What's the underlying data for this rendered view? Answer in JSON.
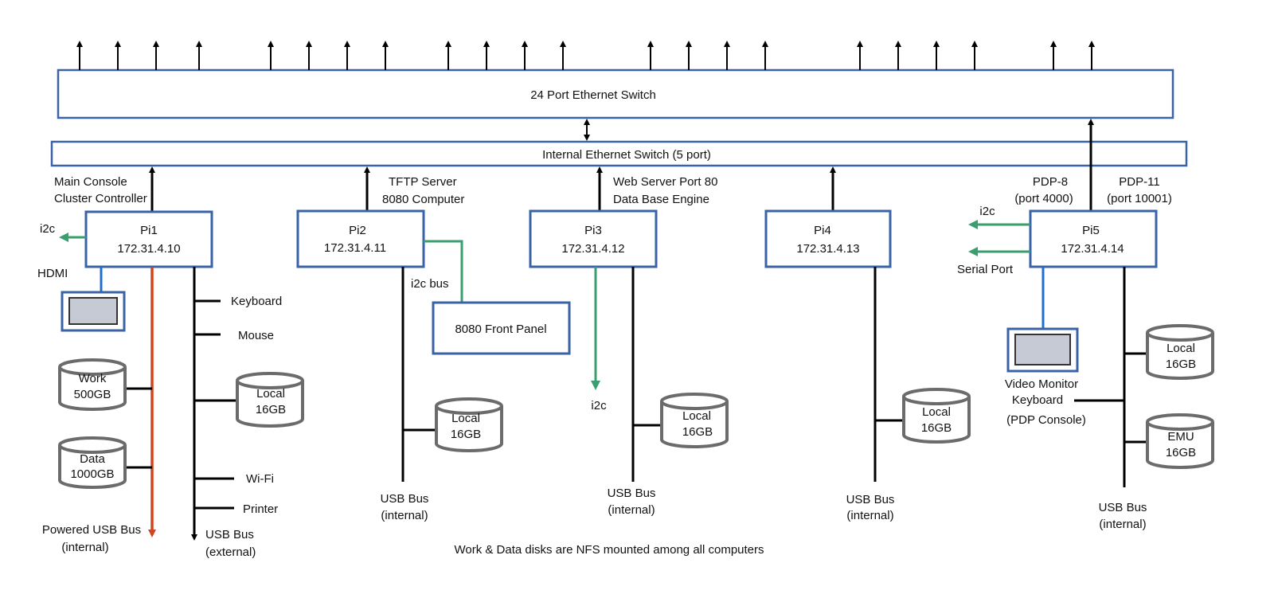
{
  "switch24": {
    "label": "24 Port Ethernet Switch"
  },
  "switch5": {
    "label": "Internal Ethernet Switch (5 port)"
  },
  "pi1": {
    "name": "Pi1",
    "ip": "172.31.4.10",
    "role_line1": "Main Console",
    "role_line2": "Cluster Controller",
    "i2c": "i2c",
    "hdmi": "HDMI",
    "peripherals": [
      "Keyboard",
      "Mouse",
      "Wi-Fi",
      "Printer"
    ],
    "local_disk": [
      "Local",
      "16GB"
    ],
    "work_disk": [
      "Work",
      "500GB"
    ],
    "data_disk": [
      "Data",
      "1000GB"
    ],
    "powered_bus": [
      "Powered USB Bus",
      "(internal)"
    ],
    "usb_bus": [
      "USB Bus",
      "(external)"
    ]
  },
  "pi2": {
    "name": "Pi2",
    "ip": "172.31.4.11",
    "role_line1": "TFTP Server",
    "role_line2": "8080 Computer",
    "i2c_bus": "i2c bus",
    "front_panel": "8080 Front Panel",
    "local_disk": [
      "Local",
      "16GB"
    ],
    "usb_bus": [
      "USB Bus",
      "(internal)"
    ]
  },
  "pi3": {
    "name": "Pi3",
    "ip": "172.31.4.12",
    "role_line1": "Web Server Port 80",
    "role_line2": "Data Base Engine",
    "i2c": "i2c",
    "local_disk": [
      "Local",
      "16GB"
    ],
    "usb_bus": [
      "USB Bus",
      "(internal)"
    ]
  },
  "pi4": {
    "name": "Pi4",
    "ip": "172.31.4.13",
    "local_disk": [
      "Local",
      "16GB"
    ],
    "usb_bus": [
      "USB Bus",
      "(internal)"
    ]
  },
  "pi5": {
    "name": "Pi5",
    "ip": "172.31.4.14",
    "pdp8": [
      "PDP-8",
      "(port 4000)"
    ],
    "pdp11": [
      "PDP-11",
      "(port 10001)"
    ],
    "i2c": "i2c",
    "serial": "Serial Port",
    "console": [
      "Video Monitor",
      "Keyboard",
      "(PDP Console)"
    ],
    "local_disk": [
      "Local",
      "16GB"
    ],
    "emu_disk": [
      "EMU",
      "16GB"
    ],
    "usb_bus": [
      "USB Bus",
      "(internal)"
    ]
  },
  "footnote": "Work & Data disks are NFS mounted among all computers",
  "colors": {
    "box_border": "#3a62a7",
    "green": "#3a9e6e",
    "blue": "#1f6fd1",
    "red": "#d4441c"
  }
}
